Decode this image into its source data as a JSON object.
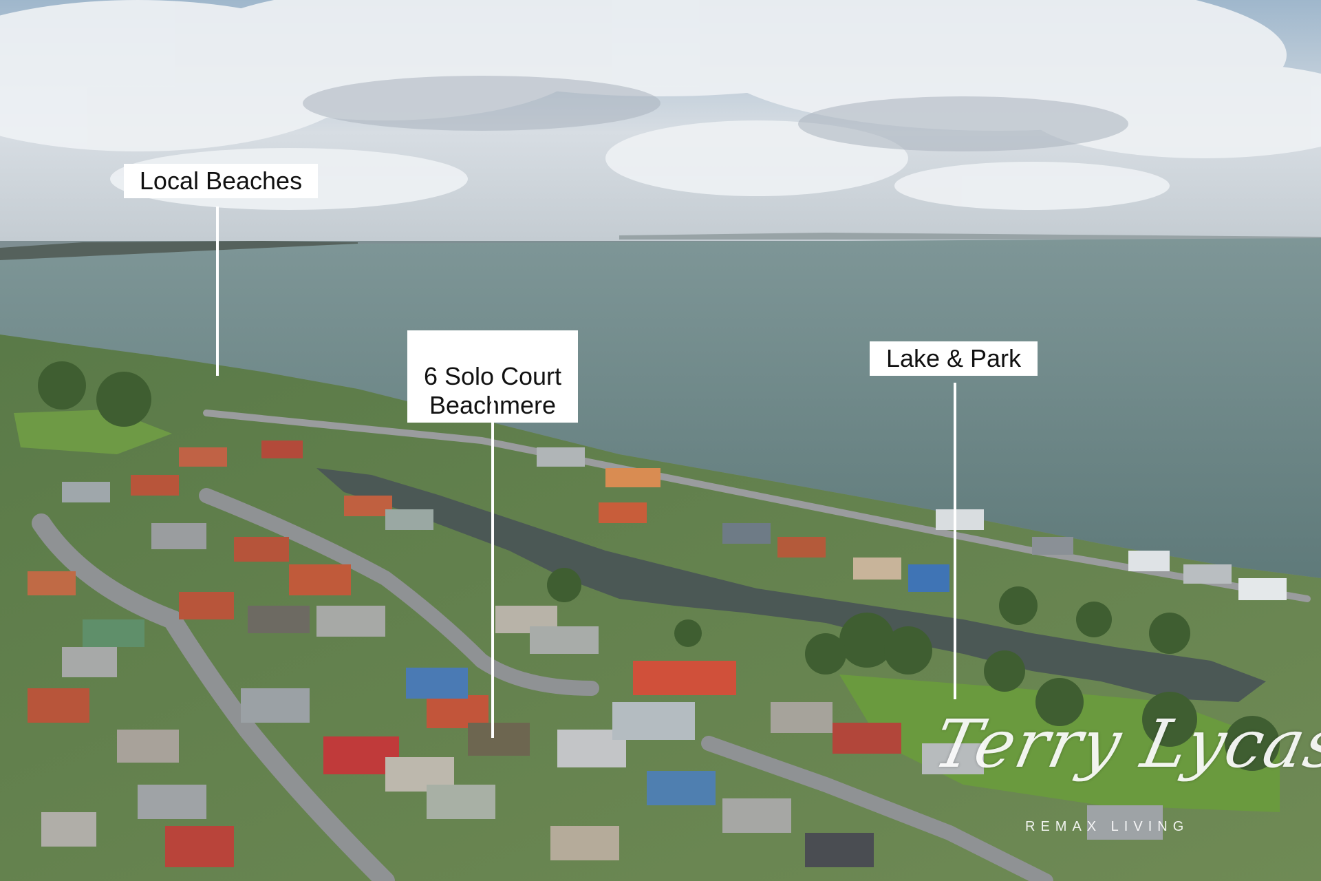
{
  "photo": {
    "description_colors": {
      "sky": "#c9d3dc",
      "bay_water": "#6f8a8b",
      "canal_lake": "#4d5a57",
      "grass": "#5d8a3c",
      "roof_terracotta": "#b8553a",
      "road": "#8f9294"
    }
  },
  "callouts": [
    {
      "text": "Local Beaches"
    },
    {
      "text": "6 Solo Court\nBeachmere"
    },
    {
      "text": "Lake & Park"
    }
  ],
  "watermark": {
    "script": "Terry Lycas",
    "subtitle": "REMAX LIVING"
  }
}
